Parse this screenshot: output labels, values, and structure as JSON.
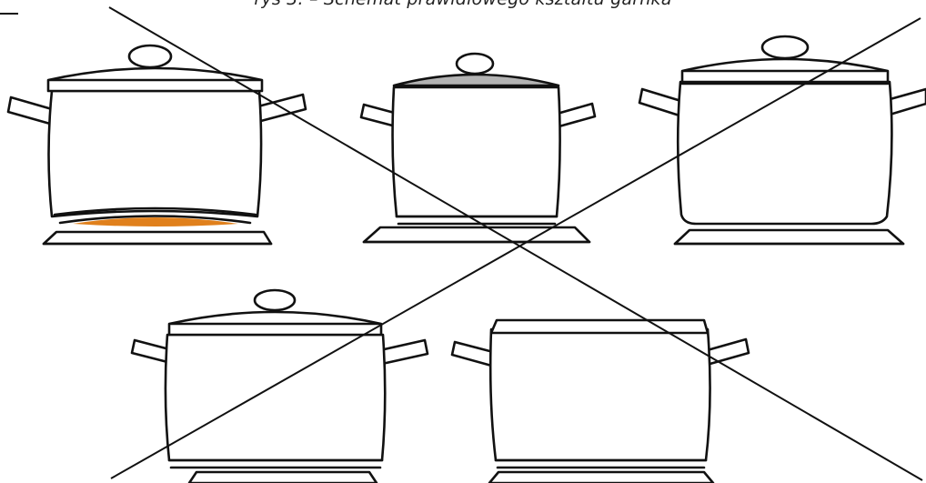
{
  "figure": {
    "caption": "rys 3. – Schemat prawidłowego kształtu garnka"
  },
  "colors": {
    "outline": "#111111",
    "lid_shade": "#b3b3b3",
    "heat_glow": "#e0801c"
  },
  "pots": [
    {
      "id": "pot-wide-gap",
      "has_base": true,
      "glow": true
    },
    {
      "id": "pot-shaded-lid",
      "has_base": true,
      "shaded_lid": true
    },
    {
      "id": "pot-straight-rounded",
      "has_base": true
    },
    {
      "id": "pot-bottom-left",
      "has_base": true
    },
    {
      "id": "pot-no-lid-knob",
      "has_base": true
    }
  ]
}
